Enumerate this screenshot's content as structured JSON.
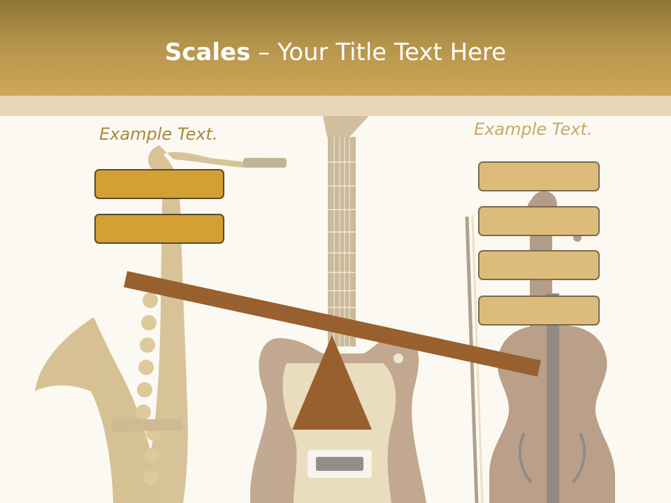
{
  "slide": {
    "title_bold": "Scales",
    "title_rest": " – Your Title Text Here",
    "left_label": "Example Text.",
    "right_label": "Example Text.",
    "left_box_count": 2,
    "right_box_count": 4
  },
  "colors": {
    "header_top": "#8f7438",
    "header_bottom": "#cfa759",
    "header_band": "#e8d6b8",
    "background": "#fbf9f2",
    "left_box_fill": "#d2a033",
    "right_box_fill": "#ddbc7b",
    "beam_and_fulcrum": "#98602f",
    "left_label_color": "#a98a3c",
    "right_label_color": "#c7a76a"
  },
  "background_images": [
    "saxophone-image",
    "electric-guitar-image",
    "violin-image"
  ]
}
